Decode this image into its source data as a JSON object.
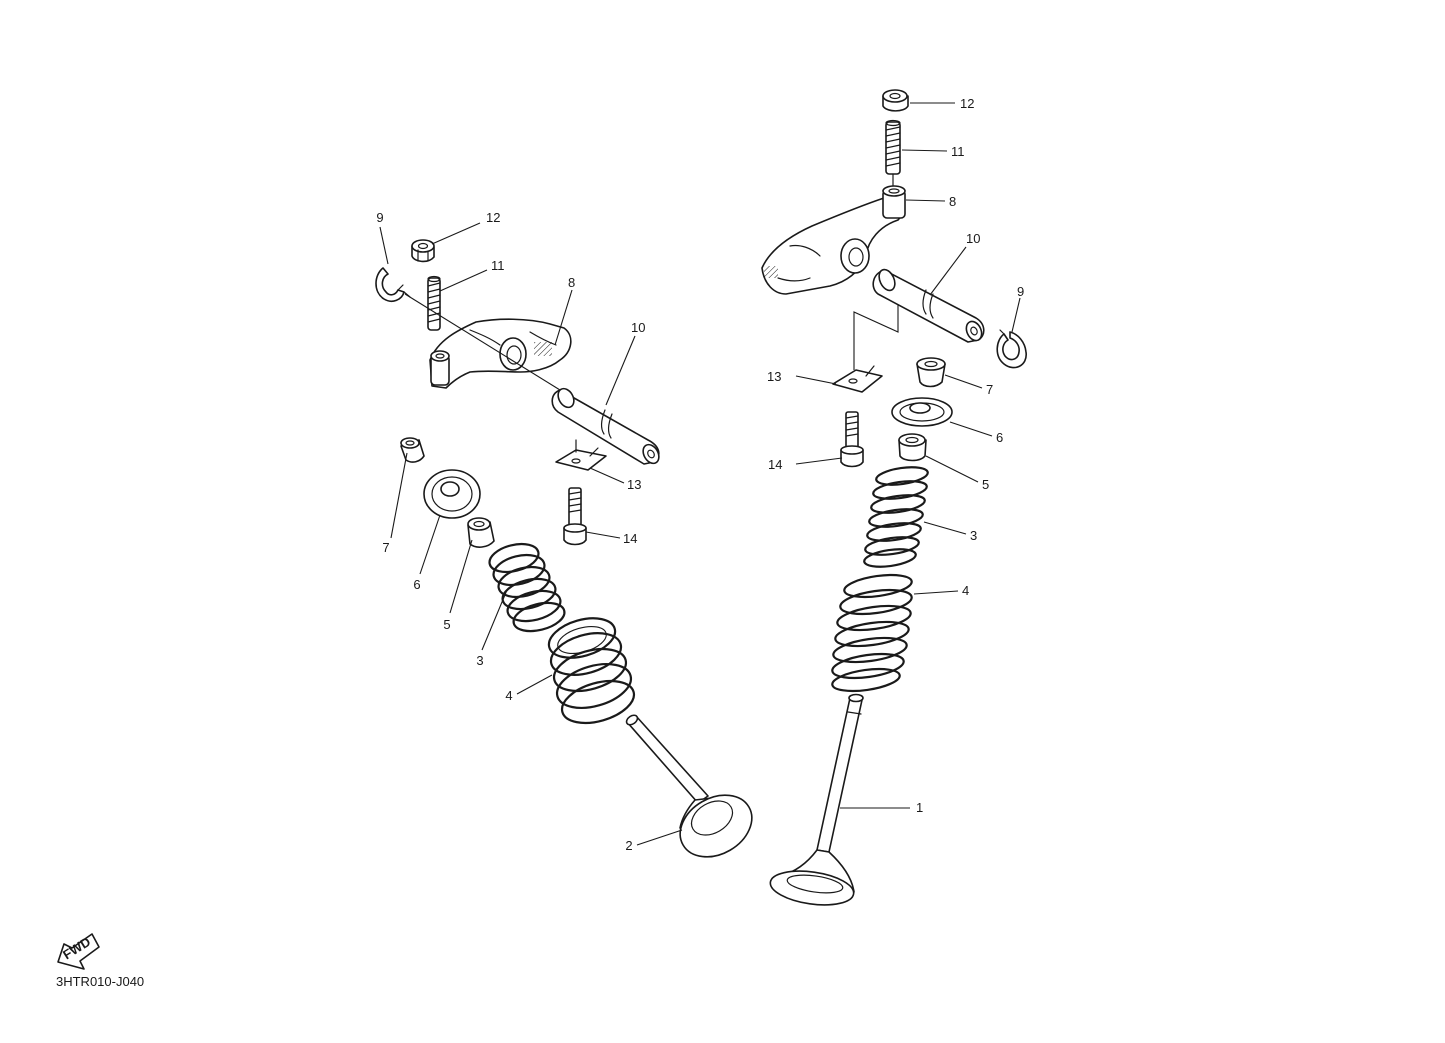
{
  "diagram_code": "3HTR010-J040",
  "fwd_label": "FWD",
  "callouts": {
    "left": {
      "n1": "9",
      "n2": "12",
      "n3": "11",
      "n4": "8",
      "n5": "10",
      "n6": "13",
      "n7": "14",
      "n8": "7",
      "n9": "6",
      "n10": "5",
      "n11": "3",
      "n12": "4",
      "n13": "2"
    },
    "right": {
      "n1": "12",
      "n2": "11",
      "n3": "8",
      "n4": "10",
      "n5": "9",
      "n6": "13",
      "n7": "7",
      "n8": "6",
      "n9": "14",
      "n10": "5",
      "n11": "3",
      "n12": "4",
      "n13": "1"
    }
  }
}
